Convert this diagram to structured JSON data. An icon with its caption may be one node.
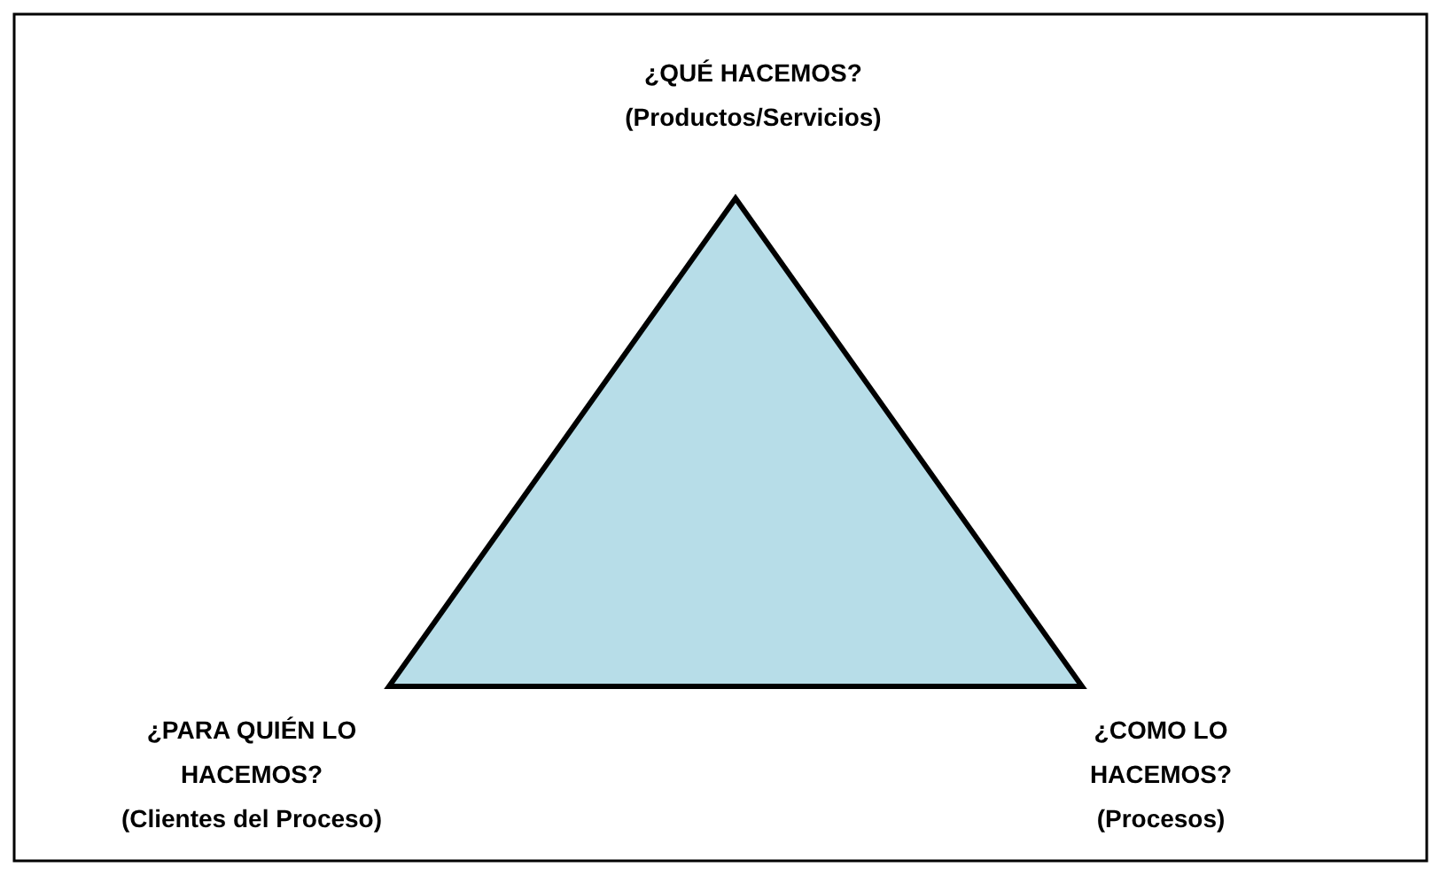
{
  "diagram": {
    "nodes": [
      {
        "text": [],
        "shape": "triangle"
      }
    ],
    "labels": [
      "¿QUÉ HACEMOS?",
      "(Productos/Servicios)",
      "¿PARA QUIÉN LO HACEMOS?",
      "(Clientes del Proceso)",
      "¿COMO LO HACEMOS?",
      "(Procesos)"
    ]
  }
}
